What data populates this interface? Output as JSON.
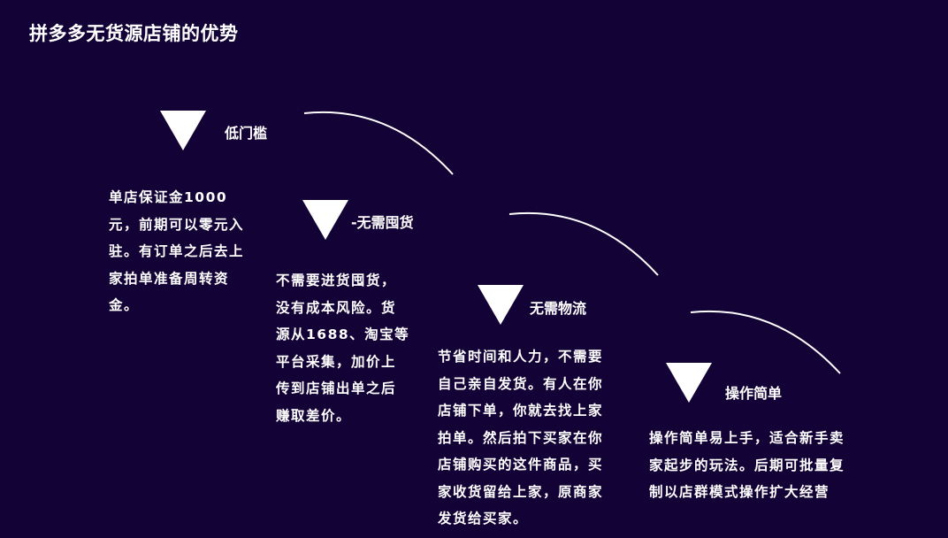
{
  "title": "拼多多无货源店铺的优势",
  "colors": {
    "background": "#130236",
    "foreground": "#ffffff"
  },
  "steps": [
    {
      "icon": "triangle-down-icon",
      "label": "低门槛",
      "lines": [
        "单店保证金1000",
        "元，前期可以零元入",
        "驻。有订单之后去上",
        "家拍单准备周转资",
        "金。"
      ]
    },
    {
      "icon": "triangle-down-icon",
      "label": "-无需囤货",
      "lines": [
        "不需要进货囤货，",
        "没有成本风险。货",
        "源从1688、淘宝等",
        "平台采集，加价上",
        "传到店铺出单之后",
        "赚取差价。"
      ]
    },
    {
      "icon": "triangle-down-icon",
      "label": "无需物流",
      "lines": [
        "节省时间和人力，不需要",
        "自己亲自发货。有人在你",
        "店铺下单，你就去找上家",
        "拍单。然后拍下买家在你",
        "店铺购买的这件商品，买",
        "家收货留给上家，原商家",
        "发货给买家。"
      ]
    },
    {
      "icon": "triangle-down-icon",
      "label": "操作简单",
      "lines": [
        "操作简单易上手，适合新手卖",
        "家起步的玩法。后期可批量复",
        "制以店群模式操作扩大经营"
      ]
    }
  ]
}
